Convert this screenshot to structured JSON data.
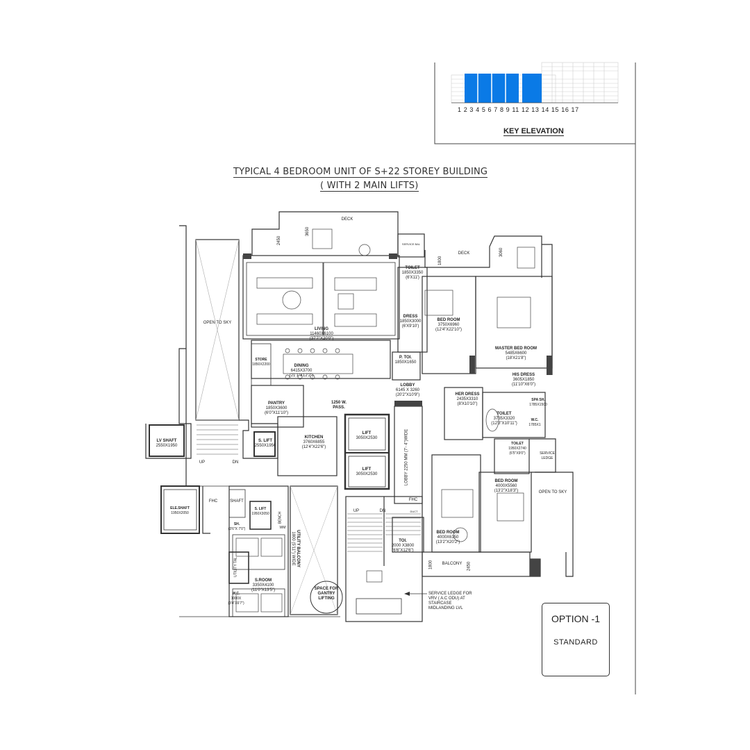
{
  "title": {
    "line1": "TYPICAL 4 BEDROOM UNIT OF S+22  STOREY BUILDING",
    "line2": "( WITH 2 MAIN LIFTS)"
  },
  "key_elevation": {
    "label": "KEY ELEVATION",
    "floor_numbers": "1 2 3 4 5 6 7 8 9 11 12 13 14 15 16 17",
    "highlight_color": "#0a7ae6"
  },
  "option": {
    "label": "OPTION -1",
    "variant": "STANDARD"
  },
  "rooms": {
    "deck_main": "DECK",
    "dim_2450": "2450",
    "dim_3650": "3650",
    "service_bal": "SERVICE BAL",
    "toilet1": {
      "name": "TOILET",
      "size": "1850X3350",
      "imp": "(6'X11')"
    },
    "deck_right": "DECK",
    "dim_1800": "1800",
    "dim_3060": "3060",
    "living": {
      "name": "LIVING",
      "size": "11460X6100",
      "imp": "(37'7\"X20'0\")"
    },
    "dress": {
      "name": "DRESS",
      "size": "1850X3000",
      "imp": "(6'X9'10')"
    },
    "bedroom1": {
      "name": "BED ROOM",
      "size": "3750X6960",
      "imp": "(12'4\"X22'10\")"
    },
    "master": {
      "name": "MASTER BED ROOM",
      "size": "5485X6600",
      "imp": "(18'X21'8\")"
    },
    "open_sky_left": "OPEN TO SKY",
    "store": {
      "name": "STORE",
      "size": "1850X2200"
    },
    "dining": {
      "name": "DINING",
      "size": "6415X3700",
      "imp": "(21'1\"X12'2\")"
    },
    "ptoi": {
      "name": "P. TOI.",
      "size": "1850X1650"
    },
    "lobby": {
      "name": "LOBBY",
      "size": "6145 X 3260",
      "imp": "(20'2\"X10'9\")"
    },
    "his_dress": {
      "name": "HIS DRESS",
      "size": "3605X1850",
      "imp": "(11'10\"X6'0\")"
    },
    "pantry": {
      "name": "PANTRY",
      "size": "1850X3600",
      "imp": "(6'0\"X11'10\")"
    },
    "passage": {
      "line1": "1250 W.",
      "line2": "PASS."
    },
    "her_dress": {
      "name": "HER DRESS",
      "size": "2435X3310",
      "imp": "(8'X10'10\")"
    },
    "spa": {
      "name": "SPA SH.",
      "size": "1785X1500"
    },
    "toilet_master": {
      "name": "TOILET",
      "size": "3735X3320",
      "imp": "(12'3\"X10'11\")"
    },
    "wc1": {
      "name": "W.C.",
      "size": "1785X1"
    },
    "lv_shaft": {
      "name": "LV SHAFT",
      "size": "2550X1950"
    },
    "s_lift_top": {
      "name": "S. LIFT",
      "size": "2550X1950"
    },
    "kitchen": {
      "name": "KITCHEN",
      "size": "3760X6855",
      "imp": "(12'4\"X22'6\")"
    },
    "lift1": {
      "name": "LIFT",
      "size": "3050X2530"
    },
    "lift2": {
      "name": "LIFT",
      "size": "3050X2530"
    },
    "lobby_wide": "LOBBY 2250 MM (7'- 4\")WIDE",
    "toilet3": {
      "name": "TOILET",
      "size": "1950X2740",
      "imp": "(6'5\"X9'0\")"
    },
    "service_ledge_right": "SERVICE LEDGE",
    "up1": "UP",
    "dn1": "DN",
    "bedroom3": {
      "name": "BED ROOM",
      "size": "4000X5560",
      "imp": "(13'2\"X18'3\")"
    },
    "open_sky_right": "OPEN TO SKY",
    "ele_shaft": {
      "name": "ELE.SHAFT",
      "size": "1950X2050"
    },
    "fhc1": "FHC",
    "shaft": "SHAFT",
    "s_lift_bottom": {
      "name": "S. LIFT",
      "size": "1950X3050"
    },
    "bench": "BENCH",
    "wm": "WM",
    "sh": {
      "name": "SH.",
      "size": "(3'6\"X 7'0\")"
    },
    "fhc2": "FHC",
    "duct": "DUCT",
    "up2": "UP",
    "dn2": "DN",
    "bedroom2": {
      "name": "BED ROOM",
      "size": "4000X6150",
      "imp": "(13'2\"X20'2\")"
    },
    "utility": {
      "name": "UTILITY BALCONY",
      "size": "1800 (5'11\") WIDE"
    },
    "toi2": {
      "name": "TOI.",
      "size": "2000 X3800",
      "imp": "(6'6\"X12'6\")"
    },
    "balcony": "BALCONY",
    "dim_1800b": "1800",
    "dim_2450b": "2450",
    "util_tal": "UTILITY TAL",
    "s_room": {
      "name": "S.ROOM",
      "size": "3350X4100",
      "imp": "(11'0\"X13'5\")"
    },
    "gantry": {
      "line1": "SPACE FOR",
      "line2": "GANTRY",
      "line3": "LIFTING"
    },
    "wc2": {
      "name": "W.C.",
      "size": "1000X",
      "imp": "(3'4\"X6'7\")"
    },
    "service_ledge_note": {
      "line1": "SERVICE LEDGE FOR",
      "line2": "VRV ( A.C ODU)  AT",
      "line3": "STAIRCASE",
      "line4": "MIDLANDING LVL"
    }
  }
}
